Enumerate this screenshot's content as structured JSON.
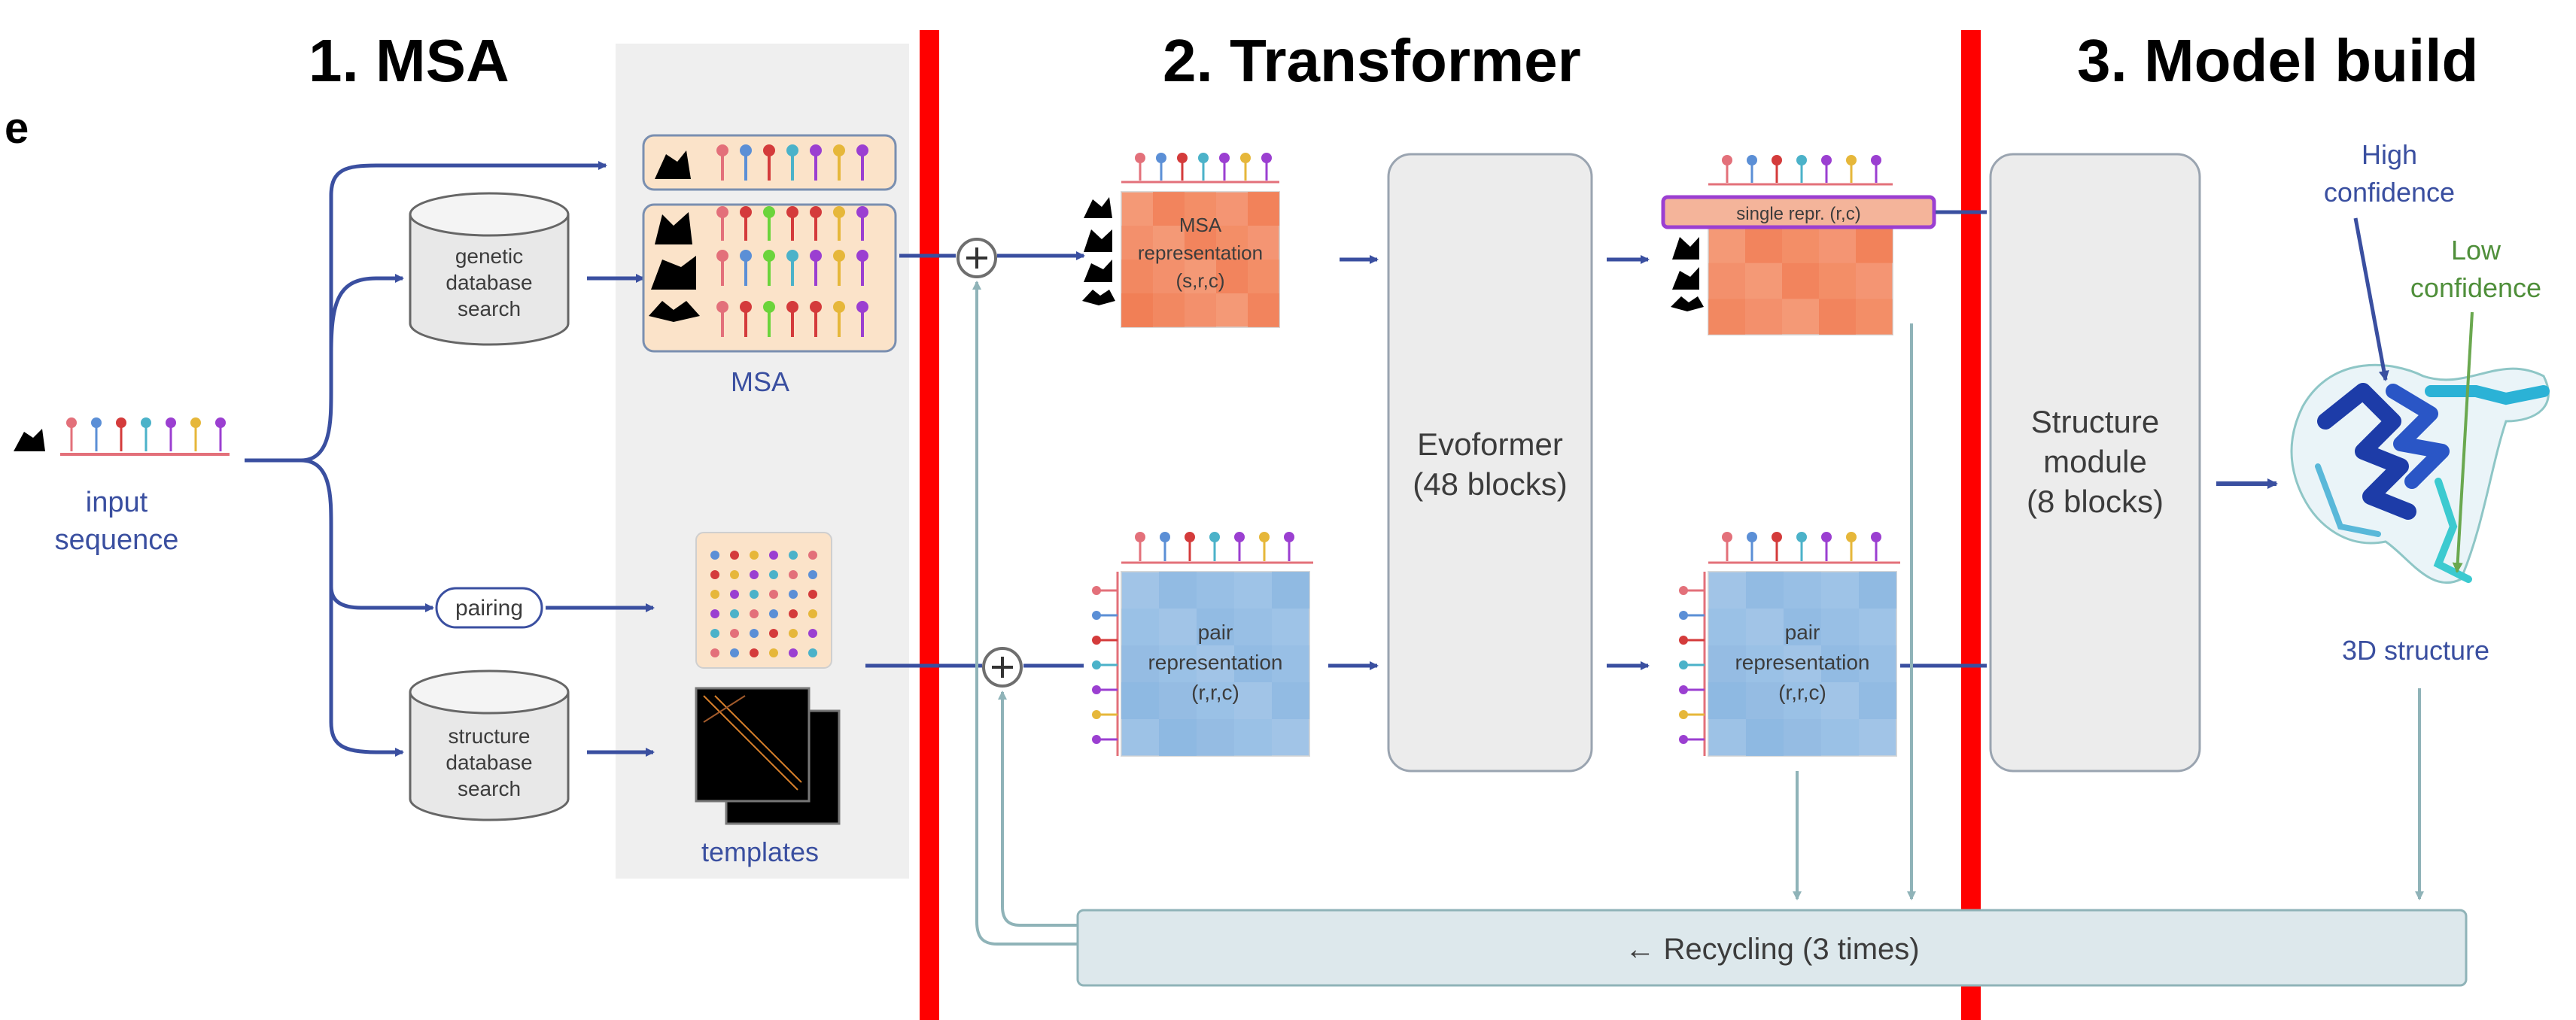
{
  "panel_letter": "e",
  "headers": {
    "msa": "1. MSA",
    "transformer": "2. Transformer",
    "model_build": "3. Model build"
  },
  "input": {
    "line1": "input",
    "line2": "sequence"
  },
  "genetic_db": {
    "line1": "genetic",
    "line2": "database",
    "line3": "search"
  },
  "structure_db": {
    "line1": "structure",
    "line2": "database",
    "line3": "search"
  },
  "pairing": "pairing",
  "msa_label": "MSA",
  "templates_label": "templates",
  "msa_repr": {
    "line1": "MSA",
    "line2": "representation",
    "line3": "(s,r,c)"
  },
  "pair_repr": {
    "line1": "pair",
    "line2": "representation",
    "line3": "(r,r,c)"
  },
  "evoformer": {
    "line1": "Evoformer",
    "line2": "(48 blocks)"
  },
  "single_repr": "single repr. (r,c)",
  "pair_repr_out": {
    "line1": "pair",
    "line2": "representation",
    "line3": "(r,r,c)"
  },
  "structure_module": {
    "line1": "Structure",
    "line2": "module",
    "line3": "(8 blocks)"
  },
  "high_conf": {
    "line1": "High",
    "line2": "confidence"
  },
  "low_conf": {
    "line1": "Low",
    "line2": "confidence"
  },
  "structure_3d": "3D structure",
  "recycling": "← Recycling (3 times)",
  "colors": {
    "arrow": "#3a4fa0",
    "recycle_arrow": "#8fb3b8",
    "divider": "#ff0000",
    "msa_bg": "#f0f0f0",
    "block_fill": "#ececec",
    "msa_heat": "#f07a50",
    "pair_heat": "#8ab6e0",
    "recycling_fill": "#dde8ec",
    "single_box": "#9b3fd1"
  },
  "icons": [
    "animal-silhouette-icon",
    "database-cylinder-icon",
    "protein-structure-icon",
    "plus-circle-icon"
  ]
}
